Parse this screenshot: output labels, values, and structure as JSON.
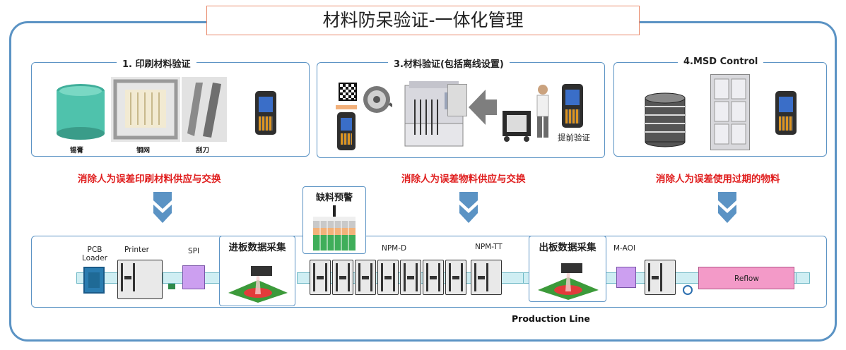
{
  "title": "材料防呆验证-一体化管理",
  "panels": {
    "print": {
      "title": "1. 印刷材料验证",
      "labels": [
        "锡膏",
        "钢网",
        "刮刀"
      ],
      "note": "消除人为误差印刷材料供应与交换"
    },
    "material": {
      "title": "3.材料验证(包括离线设置)",
      "label": "提前验证",
      "note": "消除人为误差物料供应与交换"
    },
    "msd": {
      "title": "4.MSD Control",
      "note": "消除人为误差使用过期的物料"
    }
  },
  "shortage": {
    "title": "缺料预警"
  },
  "line": {
    "pcb_loader": "PCB\nLoader",
    "printer": "Printer",
    "spi": "SPI",
    "in_collect": "进板数据采集",
    "npm_d": "NPM-D",
    "npm_tt": "NPM-TT",
    "out_collect": "出板数据采集",
    "m_aoi": "M-AOI",
    "reflow": "Reflow",
    "caption": "Production Line"
  },
  "colors": {
    "frame": "#5b93c4",
    "alert_text": "#e01e1e",
    "arrow": "#5b93c4",
    "reflow": "#f39ac8",
    "spi": "#cc9ff0"
  }
}
